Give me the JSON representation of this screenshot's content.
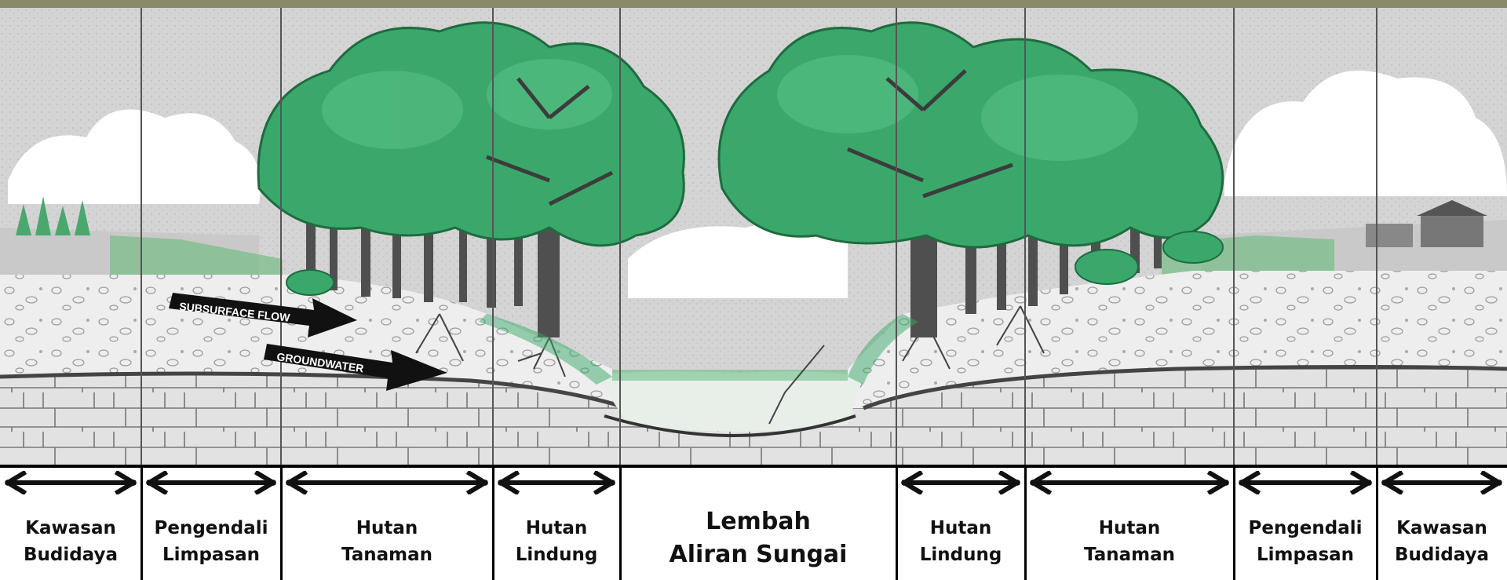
{
  "colors": {
    "sky": "#d8d8d8",
    "cloud": "#ffffff",
    "tree_green": "#39a86a",
    "tree_dark": "#1f7a48",
    "trunk": "#5a5a5a",
    "soil": "#ececec",
    "bedrock": "#dadada",
    "water": "#d9e6dd",
    "arrow_black": "#111111"
  },
  "illustration": {
    "arrow_subsurface": "SUBSURFACE FLOW",
    "arrow_groundwater": "GROUNDWATER"
  },
  "zones": [
    {
      "line1": "Kawasan",
      "line2": "Budidaya"
    },
    {
      "line1": "Pengendali",
      "line2": "Limpasan"
    },
    {
      "line1": "Hutan",
      "line2": "Tanaman"
    },
    {
      "line1": "Hutan",
      "line2": "Lindung"
    },
    {
      "line1": "Lembah",
      "line2": "Aliran Sungai"
    },
    {
      "line1": "Hutan",
      "line2": "Lindung"
    },
    {
      "line1": "Hutan",
      "line2": "Tanaman"
    },
    {
      "line1": "Pengendali",
      "line2": "Limpasan"
    },
    {
      "line1": "Kawasan",
      "line2": "Budidaya"
    }
  ]
}
